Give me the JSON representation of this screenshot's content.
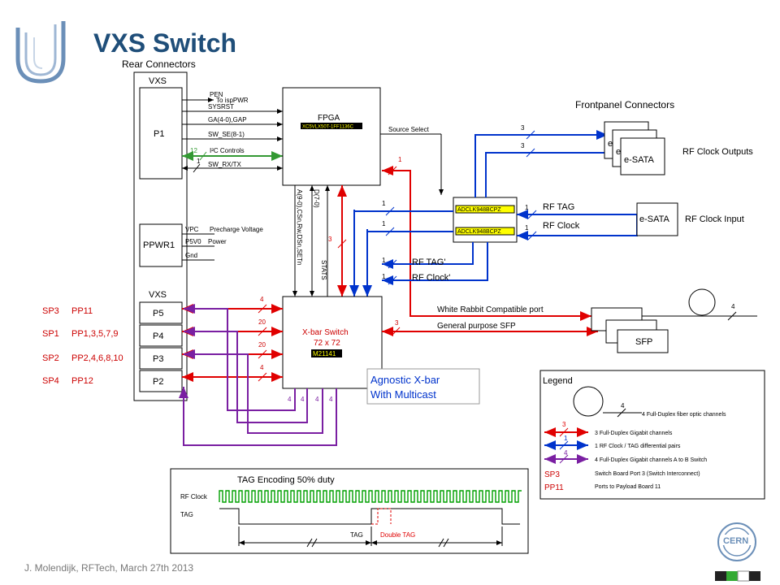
{
  "slide": {
    "title": "VXS Switch",
    "footer": "J. Molendijk, RFTech, March 27th 2013"
  },
  "rear": {
    "header": "Rear Connectors",
    "vxs_top": "VXS",
    "p1": "P1",
    "ppwr1": "PPWR1",
    "vxs_bottom": "VXS",
    "slots": [
      {
        "name": "P5",
        "sp": "SP3",
        "pp": "PP11"
      },
      {
        "name": "P4",
        "sp": "SP1",
        "pp": "PP1,3,5,7,9"
      },
      {
        "name": "P3",
        "sp": "SP2",
        "pp": "PP2,4,6,8,10"
      },
      {
        "name": "P2",
        "sp": "SP4",
        "pp": "PP12"
      }
    ],
    "p1_signals": [
      "PEN",
      "SYSRST",
      "GA(4-0),GAP",
      "SW_SE(8-1)",
      "I²C Controls",
      "SW_RX/TX"
    ],
    "to_isp": "To ispPWR",
    "i2c_count": "12",
    "rxtx_count": "1",
    "power_signals": [
      {
        "net": "VPC",
        "label": "Precharge Voltage"
      },
      {
        "net": "P5V0",
        "label": "Power"
      },
      {
        "net": "Gnd",
        "label": ""
      }
    ]
  },
  "fpga": {
    "title": "FPGA",
    "part": "XC5VLX50T-1FF1136C",
    "source_select": "Source Select",
    "bus_labels": [
      "A(9-0),CSn,Rw,DSn,SETn",
      "D(7-0)",
      "STATS"
    ],
    "bus_count": "3"
  },
  "xbar": {
    "title": "X-bar Switch",
    "size": "72 x 72",
    "part": "M21141",
    "slot_counts": [
      "4",
      "20",
      "20",
      "4"
    ],
    "bottom_counts": [
      "4",
      "4",
      "4",
      "4"
    ],
    "sfp_count": "3",
    "note": [
      "Agnostic X-bar",
      "With Multicast"
    ]
  },
  "clock": {
    "chip": "ADCLK948BCPZ",
    "rf_tag": "RF TAG",
    "rf_clock": "RF Clock",
    "rf_tag_prime": "RF TAG'",
    "rf_clock_prime": "RF Clock'",
    "one": "1",
    "three": "3"
  },
  "front": {
    "header": "Frontpanel Connectors",
    "esata": "e-SATA",
    "rf_outputs": "RF Clock Outputs",
    "rf_input": "RF Clock Input",
    "white_rabbit": "White Rabbit Compatible port",
    "general_sfp": "General purpose SFP",
    "sfp": "SFP",
    "fiber_count": "4"
  },
  "legend": {
    "title": "Legend",
    "items": [
      {
        "count": "4",
        "text": "4 Full-Duplex fiber optic channels",
        "color": "#000000"
      },
      {
        "count": "3",
        "text": "3 Full-Duplex Gigabit channels",
        "color": "#e00000"
      },
      {
        "count": "1",
        "text": "1 RF Clock / TAG differential pairs",
        "color": "#0033cc"
      },
      {
        "count": "4",
        "text": "4 Full-Duplex Gigabit channels A to B Switch",
        "color": "#7a1fa2"
      }
    ],
    "sp3": "SP3",
    "sp3_text": "Switch Board Port 3 (Switch Interconnect)",
    "pp11": "PP11",
    "pp11_text": "Ports to Payload Board 11"
  },
  "timing": {
    "title": "TAG Encoding 50% duty",
    "rf_clock": "RF Clock",
    "tag": "TAG",
    "tag_bottom": "TAG",
    "double_tag": "Double TAG"
  },
  "colors": {
    "title_blue": "#1f4e79",
    "red": "#e00000",
    "blue": "#0033cc",
    "purple": "#7a1fa2",
    "green": "#339933",
    "sp_red": "#cc0000",
    "highlight": "#ffff00",
    "clock_green": "#00a000"
  }
}
